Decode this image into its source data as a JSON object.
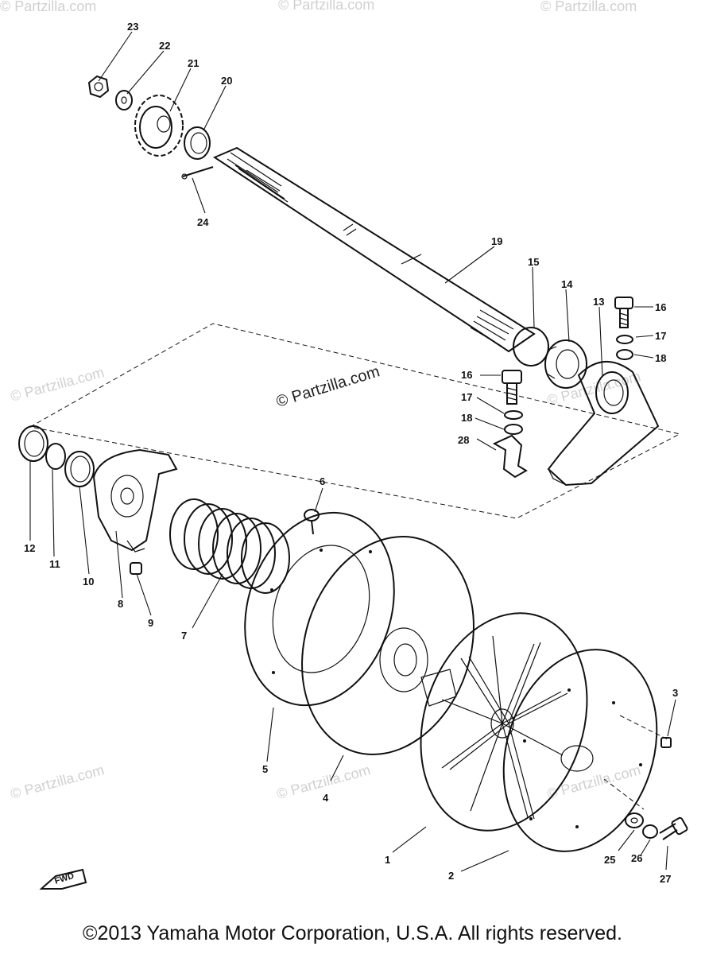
{
  "watermark": "© Partzilla.com",
  "fwd_label": "FWD",
  "copyright": "©2013 Yamaha Motor Corporation, U.S.A. All rights reserved.",
  "callouts": [
    {
      "id": "c23",
      "text": "23"
    },
    {
      "id": "c22",
      "text": "22"
    },
    {
      "id": "c21",
      "text": "21"
    },
    {
      "id": "c20",
      "text": "20"
    },
    {
      "id": "c24",
      "text": "24"
    },
    {
      "id": "c19",
      "text": "19"
    },
    {
      "id": "c15",
      "text": "15"
    },
    {
      "id": "c14",
      "text": "14"
    },
    {
      "id": "c13",
      "text": "13"
    },
    {
      "id": "c16a",
      "text": "16"
    },
    {
      "id": "c17a",
      "text": "17"
    },
    {
      "id": "c18a",
      "text": "18"
    },
    {
      "id": "c16b",
      "text": "16"
    },
    {
      "id": "c17b",
      "text": "17"
    },
    {
      "id": "c18b",
      "text": "18"
    },
    {
      "id": "c28",
      "text": "28"
    },
    {
      "id": "c12",
      "text": "12"
    },
    {
      "id": "c11",
      "text": "11"
    },
    {
      "id": "c10",
      "text": "10"
    },
    {
      "id": "c8",
      "text": "8"
    },
    {
      "id": "c9",
      "text": "9"
    },
    {
      "id": "c7",
      "text": "7"
    },
    {
      "id": "c6",
      "text": "6"
    },
    {
      "id": "c5",
      "text": "5"
    },
    {
      "id": "c4",
      "text": "4"
    },
    {
      "id": "c3",
      "text": "3"
    },
    {
      "id": "c1",
      "text": "1"
    },
    {
      "id": "c2",
      "text": "2"
    },
    {
      "id": "c25",
      "text": "25"
    },
    {
      "id": "c26",
      "text": "26"
    },
    {
      "id": "c27",
      "text": "27"
    }
  ]
}
